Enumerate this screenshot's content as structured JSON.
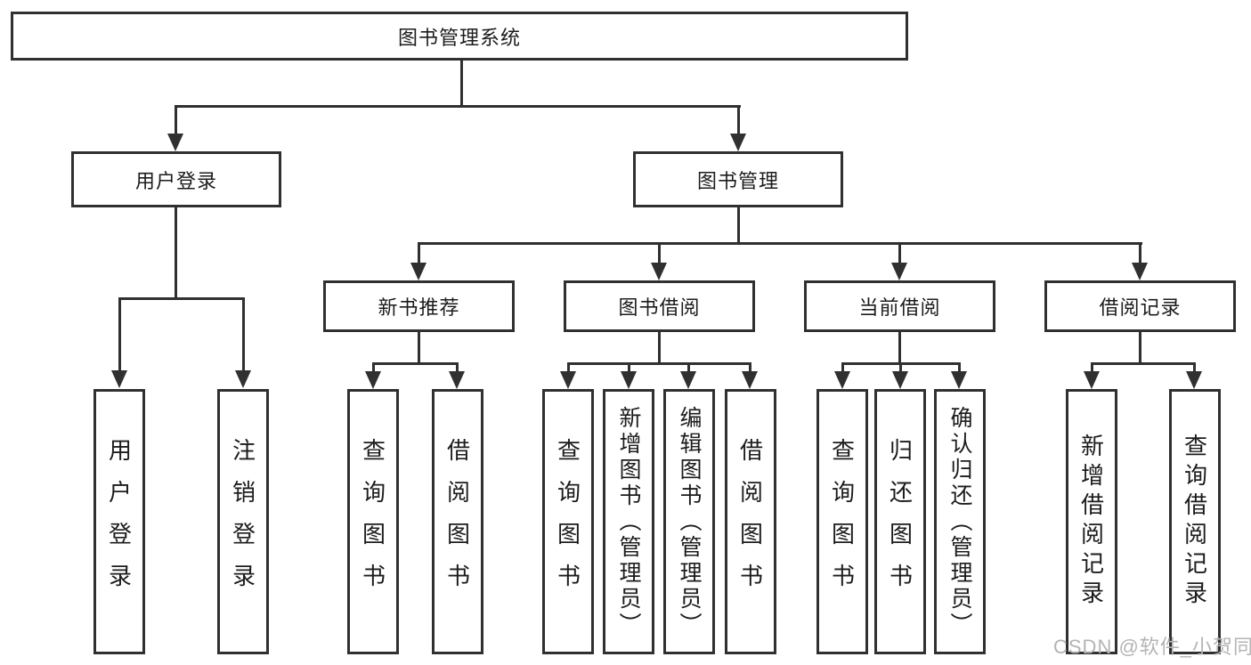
{
  "diagram": {
    "title": "图书管理系统",
    "watermark": "CSDN @软件_小贺同学",
    "colors": {
      "line": "#303030",
      "text": "#1c1c1c",
      "watermark": "#b4b4b4",
      "bg": "#ffffff"
    },
    "level1": {
      "user_login": "用户登录",
      "book_management": "图书管理"
    },
    "level2": {
      "new_books": "新书推荐",
      "book_borrow": "图书借阅",
      "current_borrow": "当前借阅",
      "borrow_records": "借阅记录"
    },
    "leaves": {
      "user_login": [
        "用户登录",
        "注销登录"
      ],
      "new_books": [
        "查询图书",
        "借阅图书"
      ],
      "book_borrow": [
        "查询图书",
        "新增图书（管理员）",
        "编辑图书（管理员）",
        "借阅图书"
      ],
      "current_borrow": [
        "查询图书",
        "归还图书",
        "确认归还（管理员）"
      ],
      "borrow_records": [
        "新增借阅记录",
        "查询借阅记录"
      ]
    }
  }
}
